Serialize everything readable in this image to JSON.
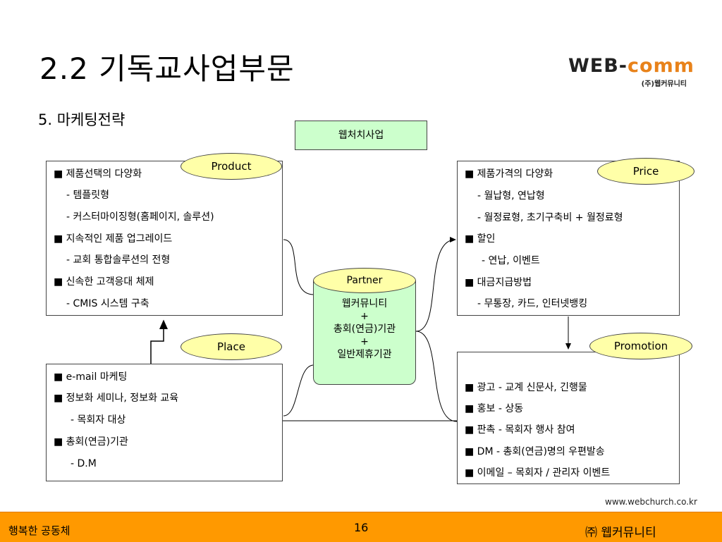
{
  "title": "2.2 기독교사업부문",
  "subtitle": "5. 마케팅전략",
  "logo": {
    "wordmark_a": "WEB-",
    "wordmark_b": "comm",
    "tagline": "(주)웹커뮤니티"
  },
  "center_top": "웹처치사업",
  "product": {
    "tag": "Product",
    "lines": [
      "■ 제품선택의 다양화",
      "- 템플릿형",
      "- 커스터마이징형(홈페이지, 솔루션)",
      "■ 지속적인 제품 업그레이드",
      "- 교회 통합솔루션의 전형",
      "■ 신속한 고객응대 체제",
      "- CMIS 시스템 구축"
    ]
  },
  "price": {
    "tag": "Price",
    "lines": [
      "■ 제품가격의 다양화",
      "- 월납형, 연납형",
      "- 월정료형, 초기구축비 + 월정료형",
      "■ 할인",
      "- 연납, 이벤트",
      "■ 대금지급방법",
      "- 무통장, 카드, 인터넷뱅킹"
    ]
  },
  "place": {
    "tag": "Place",
    "lines": [
      "■ e-mail 마케팅",
      "■ 정보화 세미나, 정보화 교육",
      "- 목회자 대상",
      "■ 총회(연금)기관",
      "- D.M"
    ]
  },
  "promotion": {
    "tag": "Promotion",
    "lines": [
      "■ 광고  - 교계 신문사, 긴행물",
      "■ 홍보  - 상동",
      "■ 판촉  - 목회자 행사 참여",
      "■ DM    - 총회(연금)명의 우편발송",
      "■ 이메일 – 목회자 / 관리자  이벤트"
    ]
  },
  "partner": {
    "tag": "Partner",
    "lines": [
      "웹커뮤니티",
      "+",
      "총회(연금)기관",
      "+",
      "일반제휴기관"
    ]
  },
  "footer": {
    "left": "행복한 공동체",
    "page_number": "16",
    "right": "㈜ 웹커뮤니티",
    "url": "www.webchurch.co.kr"
  },
  "colors": {
    "footer": "#ff9900",
    "green_box": "#ccffcc",
    "yellow_tag": "#ffffa8",
    "logo_accent": "#e8821a"
  }
}
